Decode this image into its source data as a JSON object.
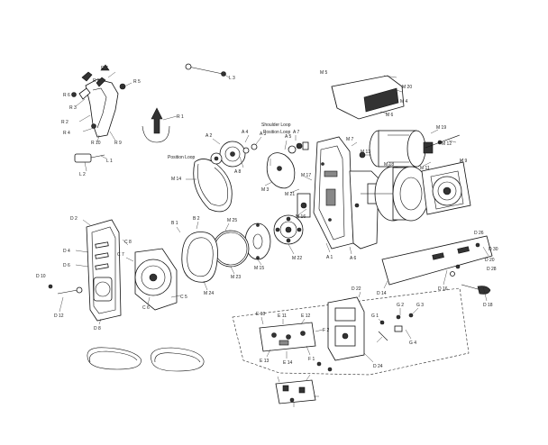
{
  "callouts": {
    "c1": "R 7",
    "c2": "R 8",
    "c3": "R 5",
    "c4": "R 6",
    "c5": "R 3",
    "c6": "R 2",
    "c7": "R 4",
    "c8": "R 1",
    "c9": "R 10",
    "c10": "R 9",
    "c11": "L 2",
    "c12": "L 1",
    "c13": "L 3",
    "c14": "M 5",
    "c15": "M 20",
    "c16": "M 4",
    "c17": "M 6",
    "c18": "M 7",
    "c19": "M 19",
    "c20": "M 12",
    "c21": "M 11",
    "c22": "M 9",
    "c23": "M 13",
    "c24": "A 2",
    "c25": "A 4",
    "c26": "A 3",
    "c27": "A 5",
    "c28": "A 7",
    "c29": "A 8",
    "c30": "A 1",
    "c31": "A 6",
    "c32": "M 14",
    "c33": "M 3",
    "c34": "M 21",
    "c35": "M 16",
    "c36": "M 17",
    "c37": "M 18",
    "c38": "M 15",
    "c39": "M 22",
    "c40": "M 23",
    "c41": "M 24",
    "c42": "M 25",
    "c43": "B 1",
    "c44": "B 2",
    "c45": "C 5",
    "c46": "C 6",
    "c47": "C 7",
    "c48": "C 8",
    "c49": "D 2",
    "c50": "D 4",
    "c51": "D 6",
    "c52": "D 8",
    "c53": "D 10",
    "c54": "D 12",
    "c55": "D 14",
    "c56": "D 16",
    "c57": "D 18",
    "c58": "D 20",
    "c59": "D 22",
    "c60": "D 24",
    "c61": "D 26",
    "c62": "D 28",
    "c63": "D 30",
    "c64": "E 10",
    "c65": "E 11",
    "c66": "E 12",
    "c67": "E 13",
    "c68": "E 14",
    "c69": "F 1",
    "c70": "F 2",
    "c71": "G 1",
    "c72": "G 2",
    "c73": "G 3",
    "c74": "G 4"
  },
  "notes": {
    "n1": "Position Loop",
    "n2": "Shoulder Loop",
    "n3": "Position Loop"
  }
}
